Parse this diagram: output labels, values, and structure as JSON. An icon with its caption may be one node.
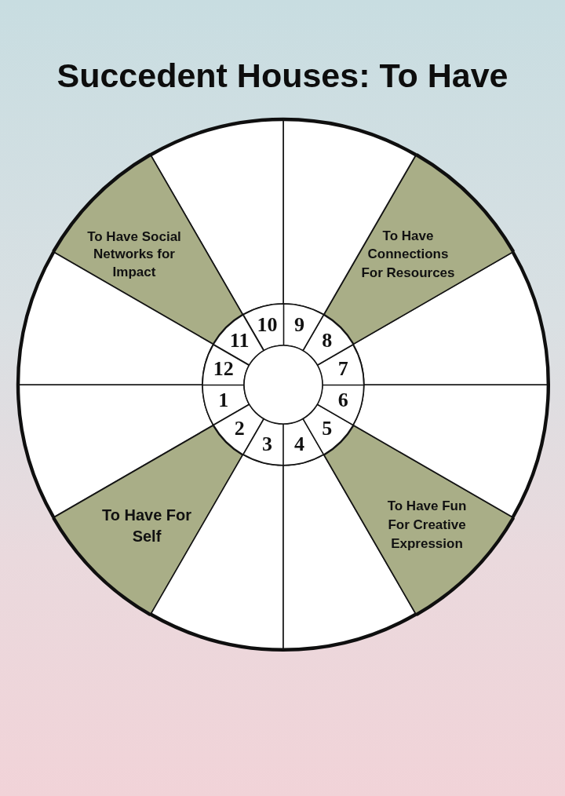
{
  "diagram": {
    "title": "Succedent Houses: To Have",
    "nodes": [
      {
        "text": [],
        "shape": "wedge"
      },
      {
        "text": [
          "To Have For Self"
        ]
      },
      {
        "text": [],
        "shape": "wedge"
      },
      {
        "text": [],
        "shape": "wedge"
      },
      {
        "text": [
          "To Have Fun For Creative Expression"
        ]
      },
      {
        "text": [],
        "shape": "wedge"
      },
      {
        "text": [],
        "shape": "wedge"
      },
      {
        "text": [
          "To Have Connections For Resources"
        ]
      },
      {
        "text": [],
        "shape": "wedge"
      },
      {
        "text": [],
        "shape": "wedge"
      },
      {
        "text": [
          "To Have Social Networks for Impact"
        ]
      },
      {
        "text": [],
        "shape": "wedge"
      },
      {
        "text": [
          "1"
        ]
      },
      {
        "text": [
          "2"
        ]
      },
      {
        "text": [
          "3"
        ]
      },
      {
        "text": [
          "4"
        ]
      },
      {
        "text": [
          "5"
        ]
      },
      {
        "text": [
          "6"
        ]
      },
      {
        "text": [
          "7"
        ]
      },
      {
        "text": [
          "8"
        ]
      },
      {
        "text": [
          "9"
        ]
      },
      {
        "text": [
          "10"
        ]
      },
      {
        "text": [
          "11"
        ]
      },
      {
        "text": [
          "12"
        ]
      },
      {
        "text": [],
        "shape": "circle"
      }
    ]
  }
}
